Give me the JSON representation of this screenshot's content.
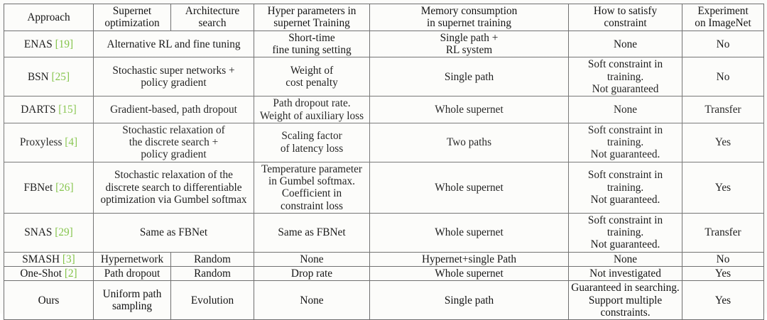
{
  "figure": {
    "kind": "comparison-table",
    "cite_color": "#7fc243",
    "border_color": "#6e6e6e",
    "background_color": "#fcfcfa",
    "text_color": "#111111"
  },
  "columns": [
    {
      "id": "approach",
      "label": "Approach"
    },
    {
      "id": "supernet",
      "label_line1": "Supernet",
      "label_line2": "optimization"
    },
    {
      "id": "arch",
      "label_line1": "Architecture",
      "label_line2": "search"
    },
    {
      "id": "hyper",
      "label_line1": "Hyper parameters in",
      "label_line2": "supernet Training"
    },
    {
      "id": "memory",
      "label_line1": "Memory consumption",
      "label_line2": "in supernet training"
    },
    {
      "id": "constraint",
      "label_line1": "How to satisfy",
      "label_line2": "constraint"
    },
    {
      "id": "experiment",
      "label_line1": "Experiment",
      "label_line2": "on ImageNet"
    }
  ],
  "rows": [
    {
      "name": "ENAS",
      "cite": "[19]",
      "merged_supernet_arch": true,
      "supernet_arch": "Alternative RL and fine tuning",
      "hyper_line1": "Short-time",
      "hyper_line2": "fine tuning setting",
      "memory_line1": "Single path +",
      "memory_line2": "RL system",
      "constraint_line1": "None",
      "constraint_line2": "",
      "experiment": "No"
    },
    {
      "name": "BSN",
      "cite": "[25]",
      "merged_supernet_arch": true,
      "supernet_arch_line1": "Stochastic super networks +",
      "supernet_arch_line2": "policy gradient",
      "hyper_line1": "Weight of",
      "hyper_line2": "cost penalty",
      "memory_line1": "Single path",
      "memory_line2": "",
      "constraint_line1": "Soft constraint in training.",
      "constraint_line2": "Not guaranteed",
      "experiment": "No"
    },
    {
      "name": "DARTS",
      "cite": "[15]",
      "merged_supernet_arch": true,
      "supernet_arch": "Gradient-based, path dropout",
      "hyper_line1": "Path dropout rate.",
      "hyper_line2": "Weight of auxiliary loss",
      "memory_line1": "Whole supernet",
      "memory_line2": "",
      "constraint_line1": "None",
      "constraint_line2": "",
      "experiment": "Transfer"
    },
    {
      "name": "Proxyless",
      "cite": "[4]",
      "merged_supernet_arch": true,
      "supernet_arch_line1": "Stochastic relaxation of",
      "supernet_arch_line2": "the discrete search +",
      "supernet_arch_line3": "policy gradient",
      "hyper_line1": "Scaling factor",
      "hyper_line2": "of latency loss",
      "memory_line1": "Two paths",
      "memory_line2": "",
      "constraint_line1": "Soft constraint in training.",
      "constraint_line2": "Not guaranteed.",
      "experiment": "Yes"
    },
    {
      "name": "FBNet",
      "cite": "[26]",
      "merged_supernet_arch": true,
      "supernet_arch_line1": "Stochastic relaxation of the",
      "supernet_arch_line2": "discrete search to differentiable",
      "supernet_arch_line3": "optimization via Gumbel softmax",
      "hyper_line1": "Temperature parameter",
      "hyper_line2": "in Gumbel softmax.",
      "hyper_line3": "Coefficient in",
      "hyper_line4": "constraint loss",
      "memory_line1": "Whole supernet",
      "memory_line2": "",
      "constraint_line1": "Soft constraint in training.",
      "constraint_line2": "Not guaranteed.",
      "experiment": "Yes"
    },
    {
      "name": "SNAS",
      "cite": "[29]",
      "merged_supernet_arch": true,
      "supernet_arch": "Same as FBNet",
      "hyper_line1": "Same as FBNet",
      "hyper_line2": "",
      "memory_line1": "Whole supernet",
      "memory_line2": "",
      "constraint_line1": "Soft constraint in training.",
      "constraint_line2": "Not guaranteed.",
      "experiment": "Transfer"
    },
    {
      "name": "SMASH",
      "cite": "[3]",
      "merged_supernet_arch": false,
      "supernet": "Hypernetwork",
      "arch": "Random",
      "hyper_line1": "None",
      "hyper_line2": "",
      "memory_line1": "Hypernet+single Path",
      "memory_line2": "",
      "constraint_line1": "None",
      "constraint_line2": "",
      "experiment": "No"
    },
    {
      "name": "One-Shot",
      "cite": "[2]",
      "merged_supernet_arch": false,
      "supernet": "Path dropout",
      "arch": "Random",
      "hyper_line1": "Drop rate",
      "hyper_line2": "",
      "memory_line1": "Whole supernet",
      "memory_line2": "",
      "constraint_line1": "Not investigated",
      "constraint_line2": "",
      "experiment": "Yes"
    },
    {
      "name": "Ours",
      "cite": "",
      "merged_supernet_arch": false,
      "supernet_line1": "Uniform path",
      "supernet_line2": "sampling",
      "arch": "Evolution",
      "hyper_line1": "None",
      "hyper_line2": "",
      "memory_line1": "Single path",
      "memory_line2": "",
      "constraint_line1": "Guaranteed in searching.",
      "constraint_line2": "Support multiple constraints.",
      "experiment": "Yes"
    }
  ]
}
